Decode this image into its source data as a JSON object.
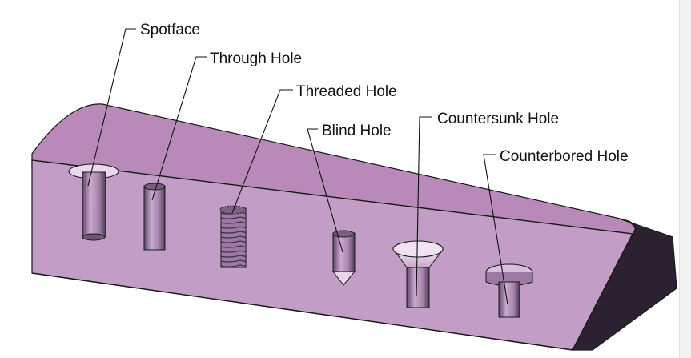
{
  "labels": {
    "spotface": "Spotface",
    "through": "Through Hole",
    "threaded": "Threaded Hole",
    "blind": "Blind Hole",
    "countersunk": "Countersunk Hole",
    "counterbored": "Counterbored Hole"
  },
  "colors": {
    "top_face": "#b98ab9",
    "front_face": "#c09ac3",
    "side_face": "#2b2130",
    "edge": "#1a1a1a",
    "bore": "#8a6a90"
  }
}
